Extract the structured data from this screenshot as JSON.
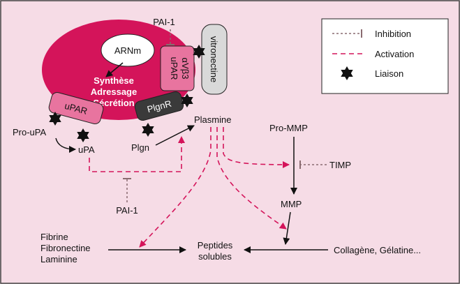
{
  "colors": {
    "background": "#f6dce6",
    "cell": "#d4145a",
    "receptor_pink": "#e8749f",
    "plgnr_dark": "#3a3a3a",
    "vitronectin_gray": "#d9d9d9",
    "activation": "#d4145a",
    "inhibition": "#8a6b70",
    "black": "#111111"
  },
  "labels": {
    "pai1_top": "PAI-1",
    "arnm": "ARNm",
    "synthese": "Synthèse",
    "adressage": "Adressage",
    "secretion": "Sécrétion",
    "upar_left": "uPAR",
    "upar_right": "uPAR",
    "avb3": "αVβ3",
    "plgnr": "PlgnR",
    "vitronectine": "vitronectine",
    "pro_upa": "Pro-uPA",
    "upa": "uPA",
    "plgn": "Plgn",
    "plasmine": "Plasmine",
    "pai1_bottom": "PAI-1",
    "pro_mmp": "Pro-MMP",
    "timp": "TIMP",
    "mmp": "MMP",
    "fibrine": "Fibrine",
    "fibronectine": "Fibronectine",
    "laminine": "Laminine",
    "peptides": "Peptides",
    "solubles": "solubles",
    "collagene": "Collagène, Gélatine..."
  },
  "legend": {
    "items": [
      {
        "label": "Inhibition",
        "icon": "inhibition-line-icon"
      },
      {
        "label": "Activation",
        "icon": "activation-dash-icon"
      },
      {
        "label": "Liaison",
        "icon": "star-icon"
      }
    ]
  }
}
